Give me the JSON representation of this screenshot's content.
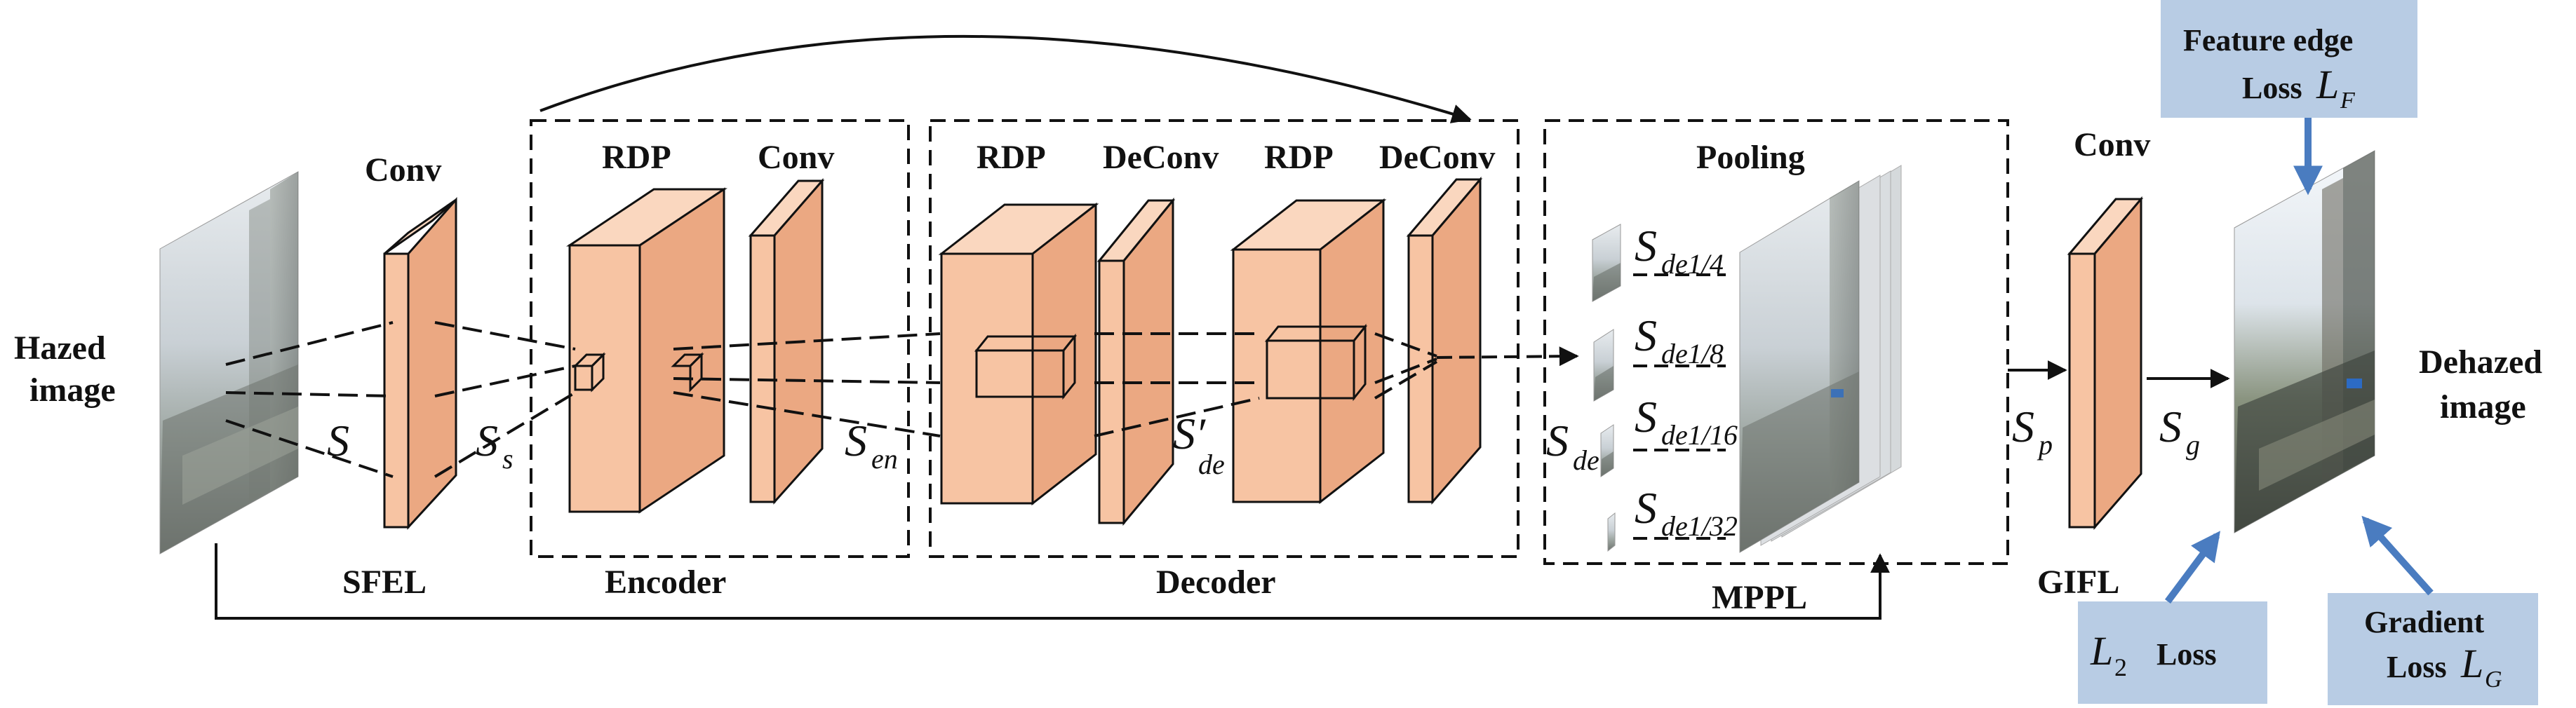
{
  "labels": {
    "hazed_line1": "Hazed",
    "hazed_line2": "image",
    "dehazed_line1": "Dehazed",
    "dehazed_line2": "image",
    "conv": "Conv",
    "rdp": "RDP",
    "deconv": "DeConv",
    "pooling": "Pooling",
    "sfel": "SFEL",
    "encoder": "Encoder",
    "decoder": "Decoder",
    "mppl": "MPPL",
    "gifl": "GIFL"
  },
  "symbols": {
    "S": "S",
    "Ss_base": "S",
    "Ss_sub": "s",
    "Sen_base": "S",
    "Sen_sub": "en",
    "Sde_prime_base": "S′",
    "Sde_prime_sub": "de",
    "Sde_base": "S",
    "Sde_sub": "de",
    "Sp_base": "S",
    "Sp_sub": "p",
    "Sg_base": "S",
    "Sg_sub": "g",
    "Sde4_base": "S",
    "Sde4_sub": "de1/4",
    "Sde8_base": "S",
    "Sde8_sub": "de1/8",
    "Sde16_base": "S",
    "Sde16_sub": "de1/16",
    "Sde32_base": "S",
    "Sde32_sub": "de1/32"
  },
  "losses": {
    "feature_line1": "Feature edge",
    "feature_line2_word": "Loss",
    "feature_symbol": "L",
    "feature_sub": "F",
    "l2_symbol": "L",
    "l2_sub": "2",
    "l2_word": "Loss",
    "gradient_line1": "Gradient",
    "gradient_line2_word": "Loss",
    "gradient_symbol": "L",
    "gradient_sub": "G"
  },
  "colors": {
    "block_front": "#f7c4a3",
    "block_top": "#fad7bf",
    "block_side": "#eba882",
    "loss_box": "#b8cce4",
    "arrow_blue": "#4a7cc0",
    "line": "#111111"
  }
}
